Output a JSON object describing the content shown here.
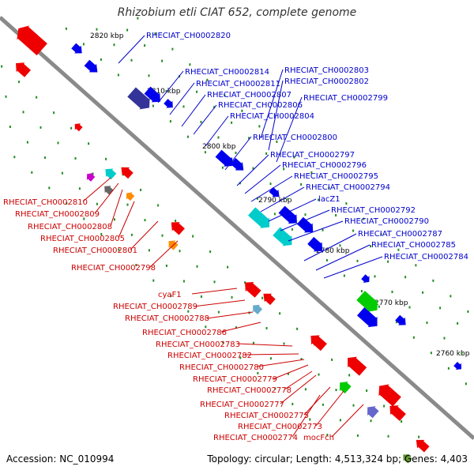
{
  "title": "Rhizobium etli CIAT 652, complete genome",
  "footer": {
    "accession": "Accession: NC_010994",
    "summary": "Topology: circular; Length: 4,513,324 bp; Genes: 4,403"
  },
  "colors": {
    "backbone": "#8a8a8a",
    "plus_strand_label": "#0000cc",
    "minus_strand_label": "#cc0000",
    "tick": "#228b22"
  },
  "scale_ticks": [
    "2820 kbp",
    "2810 kbp",
    "2800 kbp",
    "2790 kbp",
    "2780 kbp",
    "2770 kbp",
    "2760 kbp"
  ],
  "blue_labels": [
    "RHECIAT_CH0002820",
    "RHECIAT_CH0002814",
    "RHECIAT_CH0002811",
    "RHECIAT_CH0002807",
    "RHECIAT_CH0002806",
    "RHECIAT_CH0002804",
    "RHECIAT_CH0002803",
    "RHECIAT_CH0002802",
    "RHECIAT_CH0002799",
    "RHECIAT_CH0002800",
    "RHECIAT_CH0002797",
    "RHECIAT_CH0002796",
    "RHECIAT_CH0002795",
    "RHECIAT_CH0002794",
    "lacZ1",
    "RHECIAT_CH0002792",
    "RHECIAT_CH0002790",
    "RHECIAT_CH0002787",
    "RHECIAT_CH0002785",
    "RHECIAT_CH0002784"
  ],
  "red_labels": [
    "RHECIAT_CH0002810",
    "RHECIAT_CH0002809",
    "RHECIAT_CH0002808",
    "RHECIAT_CH0002805",
    "RHECIAT_CH0002801",
    "RHECIAT_CH0002798",
    "cyaF1",
    "RHECIAT_CH0002789",
    "RHECIAT_CH0002788",
    "RHECIAT_CH0002786",
    "RHECIAT_CH0002783",
    "RHECIAT_CH0002782",
    "RHECIAT_CH0002780",
    "RHECIAT_CH0002779",
    "RHECIAT_CH0002778",
    "RHECIAT_CH0002777",
    "RHECIAT_CH0002775",
    "RHECIAT_CH0002773",
    "RHECIAT_CH0002774",
    "mocFch"
  ]
}
